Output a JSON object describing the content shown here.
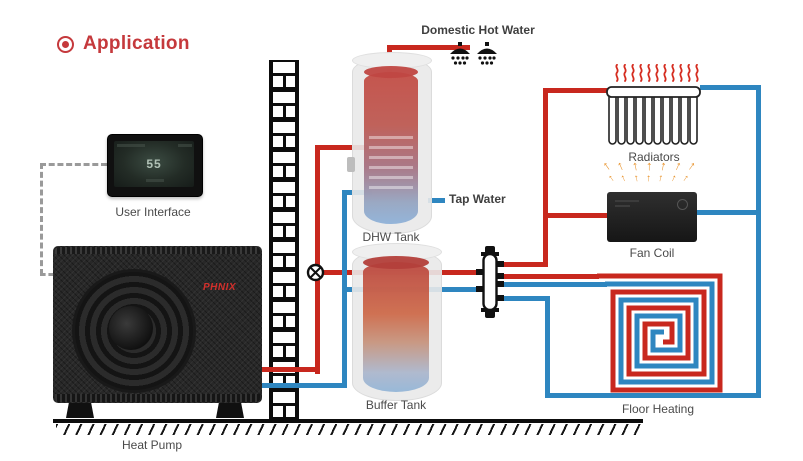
{
  "title": "Application",
  "brand_logo": "PHNIX",
  "display_value": "55",
  "labels": {
    "user_interface": "User Interface",
    "heat_pump": "Heat Pump",
    "dhw_tank": "DHW Tank",
    "buffer_tank": "Buffer Tank",
    "radiators": "Radiators",
    "fan_coil": "Fan Coil",
    "floor_heating": "Floor Heating",
    "domestic_hot_water": "Domestic Hot Water",
    "tap_water": "Tap Water"
  },
  "colors": {
    "hot_pipe": "#C8281E",
    "cold_pipe": "#2E86C0",
    "accent": "#C5393C",
    "arrow_orange": "#E8922A",
    "label_gray": "#4A4A4A"
  }
}
